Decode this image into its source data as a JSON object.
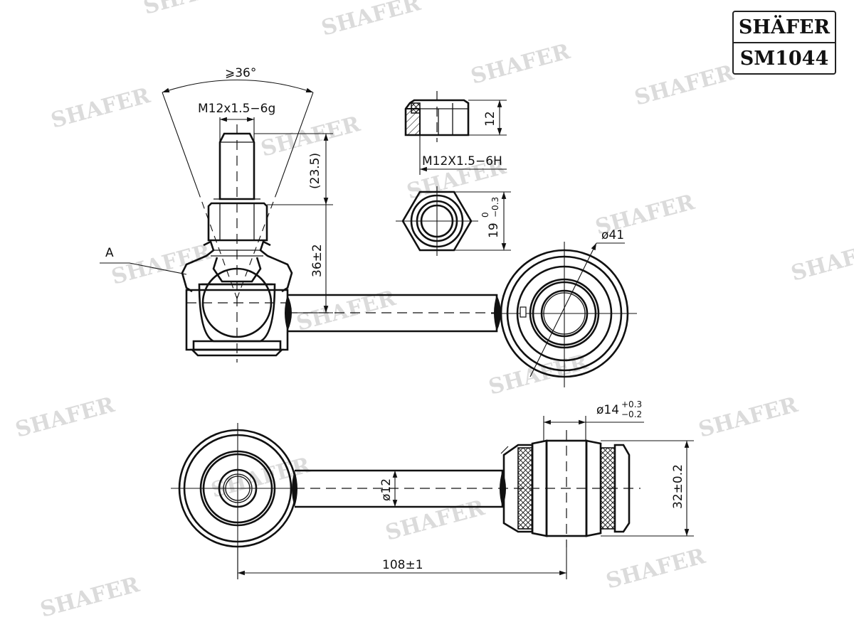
{
  "logo": {
    "brand": "SHÄFER",
    "part_number": "SM1044"
  },
  "watermark": {
    "text": "SHAFER",
    "color": "#cfcfcf"
  },
  "dimensions": {
    "cone_angle": "⩾36°",
    "stud_thread": "M12x1.5−6g",
    "stud_length": "(23.5)",
    "ball_height": "36±2",
    "callout_a": "A",
    "nut_thread": "M12X1.5−6H",
    "nut_height": "12",
    "nut_across_flats": "19",
    "nut_af_tol_upper": "0",
    "nut_af_tol_lower": "−0.3",
    "eye_diameter": "ø41",
    "bush_bore": "ø14",
    "bush_bore_tol_upper": "+0.3",
    "bush_bore_tol_lower": "−0.2",
    "bush_width": "32±0.2",
    "rod_diameter": "ø12",
    "overall_length": "108±1"
  }
}
